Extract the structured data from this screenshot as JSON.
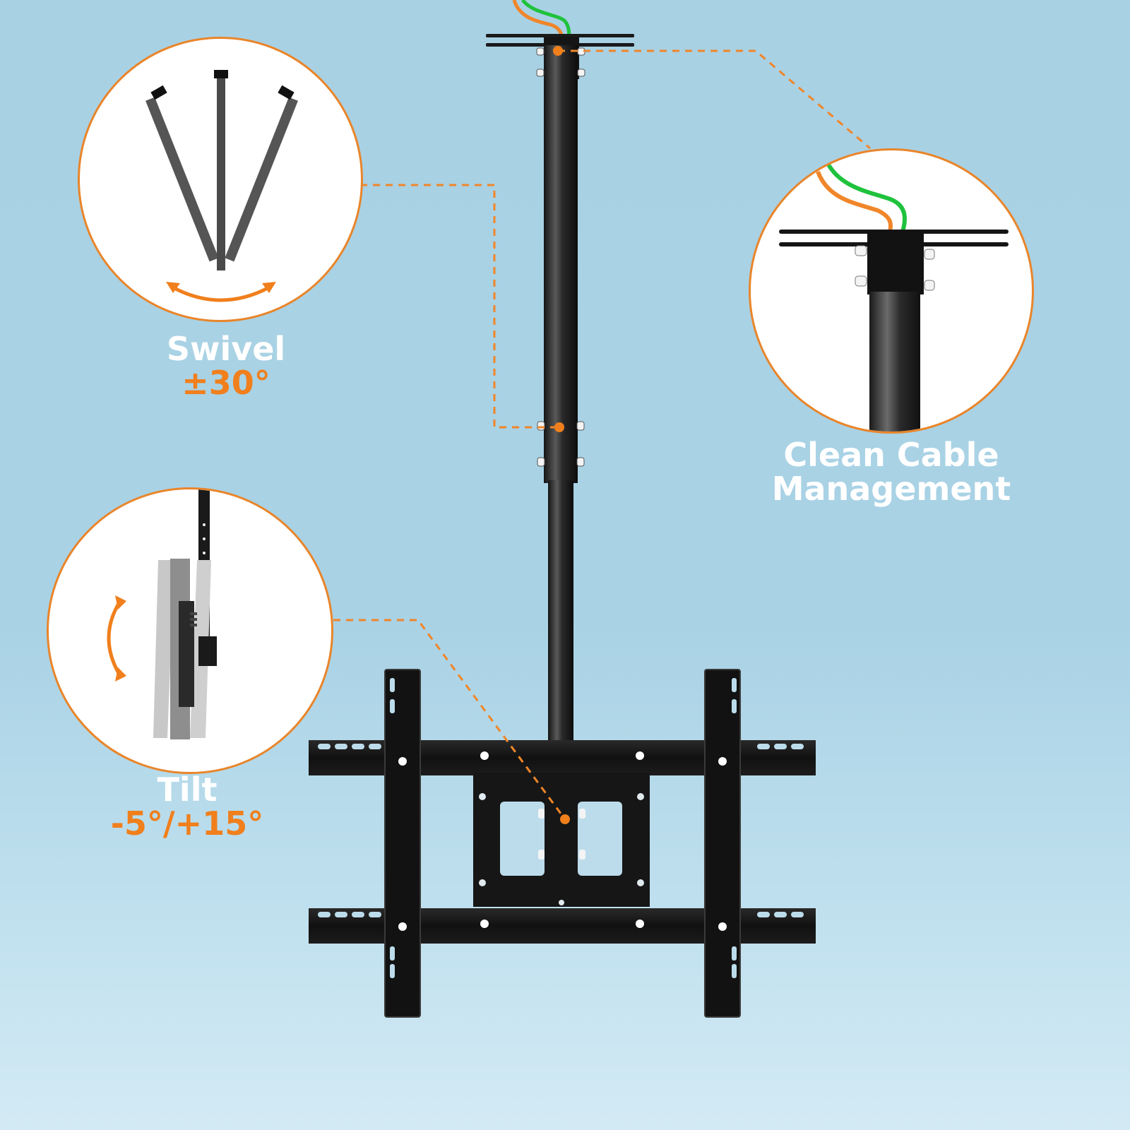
{
  "colors": {
    "background_top": "#a9d1e4",
    "background_bottom": "#d3eaf4",
    "accent_orange": "#f07f1c",
    "circle_border": "#e9852a",
    "cable_green": "#1fc23c",
    "mount_black": "#1b1b1b",
    "white": "#ffffff"
  },
  "features": {
    "swivel": {
      "title": "Swivel",
      "value": "±30°",
      "icon": "swivel-arrow-icon"
    },
    "tilt": {
      "title": "Tilt",
      "value": "-5°/+15°",
      "icon": "tilt-arrow-icon"
    },
    "cable": {
      "title_line1": "Clean Cable",
      "title_line2": "Management",
      "icon": "cable-icon"
    }
  }
}
